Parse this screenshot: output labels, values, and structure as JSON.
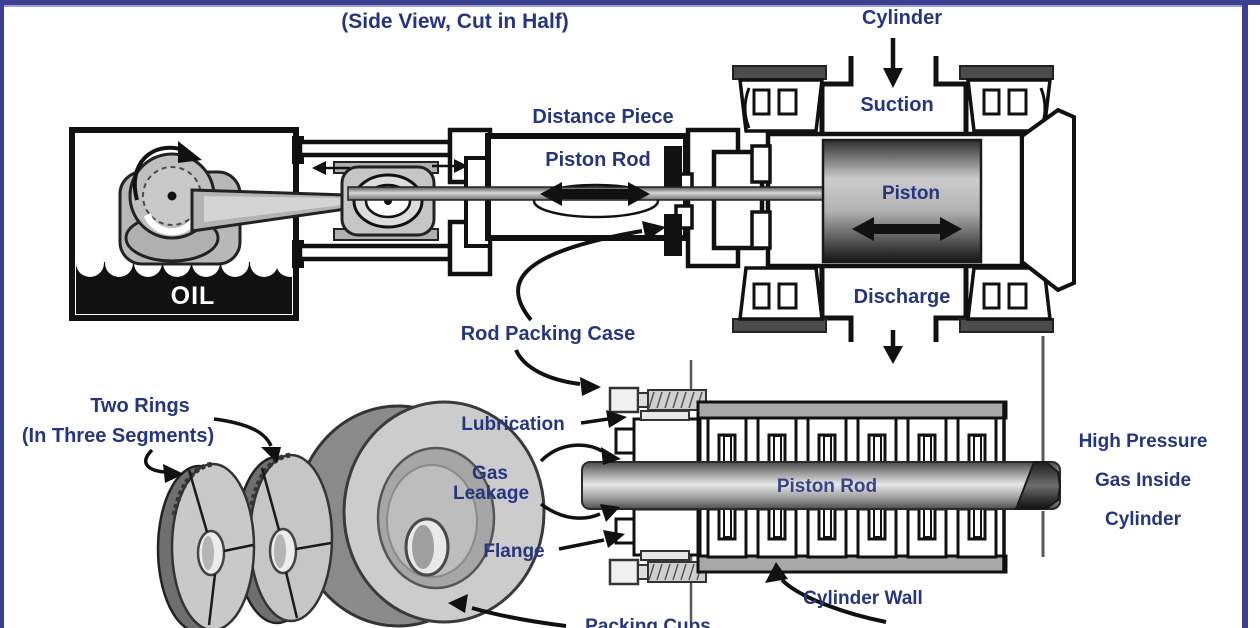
{
  "colors": {
    "frame": "#3b4090",
    "label_text": "#26357f",
    "line_black": "#141414",
    "metal_gray": "#c6c6c6"
  },
  "title": "(Side View, Cut in Half)",
  "top_diagram": {
    "cylinder": "Cylinder",
    "suction": "Suction",
    "piston": "Piston",
    "discharge": "Discharge",
    "distance_piece": "Distance Piece",
    "piston_rod": "Piston Rod",
    "oil": "OIL",
    "rod_packing_case": "Rod Packing Case"
  },
  "packing_detail": {
    "piston_rod": "Piston Rod",
    "lubrication": "Lubrication",
    "gas_leakage_line1": "Gas",
    "gas_leakage_line2": "Leakage",
    "flange": "Flange",
    "cylinder_wall": "Cylinder Wall",
    "packing_cups": "Packing Cups",
    "high_pressure_line1": "High Pressure",
    "high_pressure_line2": "Gas Inside",
    "high_pressure_line3": "Cylinder"
  },
  "rings_detail": {
    "caption_line1": "Two Rings",
    "caption_line2": "(In Three Segments)"
  }
}
